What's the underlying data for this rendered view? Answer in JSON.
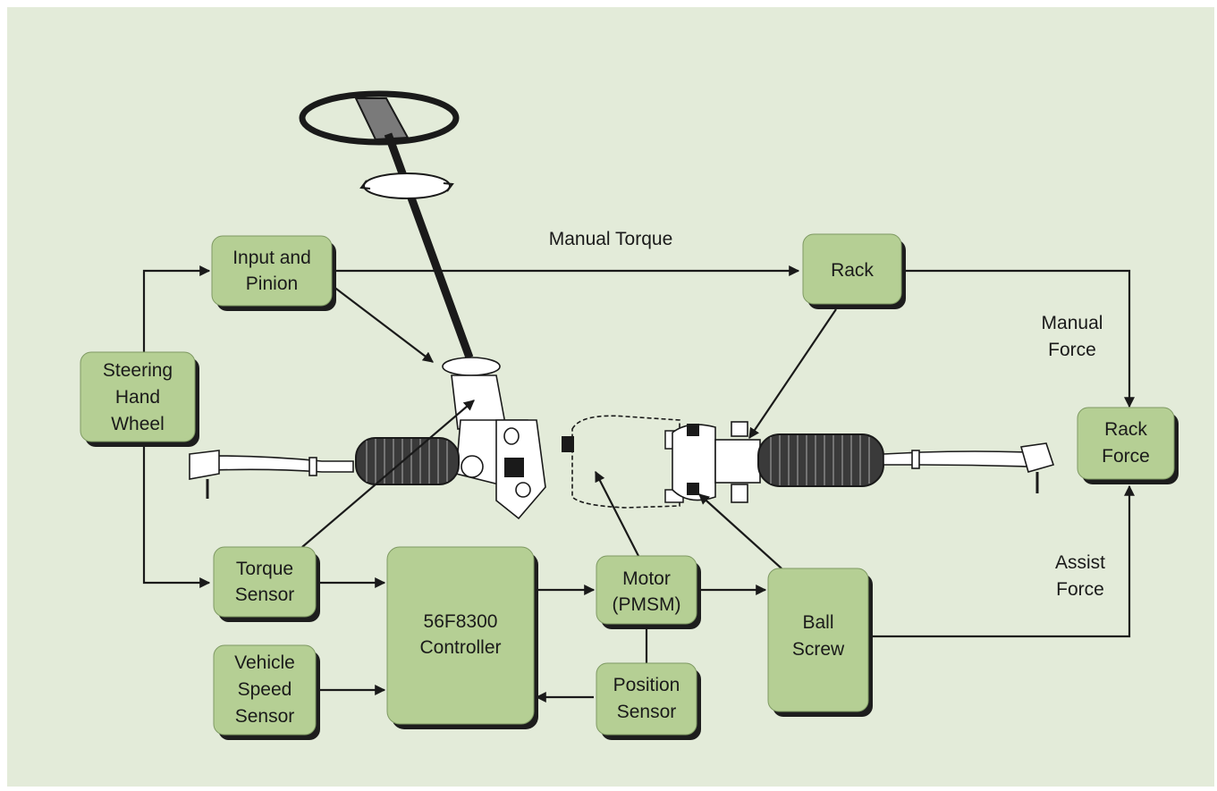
{
  "boxes": {
    "input_pinion": [
      "Input and",
      "Pinion"
    ],
    "rack": [
      "Rack"
    ],
    "steering_hand_wheel": [
      "Steering",
      "Hand",
      "Wheel"
    ],
    "rack_force": [
      "Rack",
      "Force"
    ],
    "torque_sensor": [
      "Torque",
      "Sensor"
    ],
    "controller": [
      "56F8300",
      "Controller"
    ],
    "motor": [
      "Motor",
      "(PMSM)"
    ],
    "ball_screw": [
      "Ball",
      "Screw"
    ],
    "vehicle_speed_sensor": [
      "Vehicle",
      "Speed",
      "Sensor"
    ],
    "position_sensor": [
      "Position",
      "Sensor"
    ]
  },
  "labels": {
    "manual_torque": "Manual Torque",
    "manual_force": [
      "Manual",
      "Force"
    ],
    "assist_force": [
      "Assist",
      "Force"
    ]
  },
  "colors": {
    "background": "#e3ebd9",
    "box_fill": "#b5cf94",
    "line": "#1a1a1a"
  }
}
